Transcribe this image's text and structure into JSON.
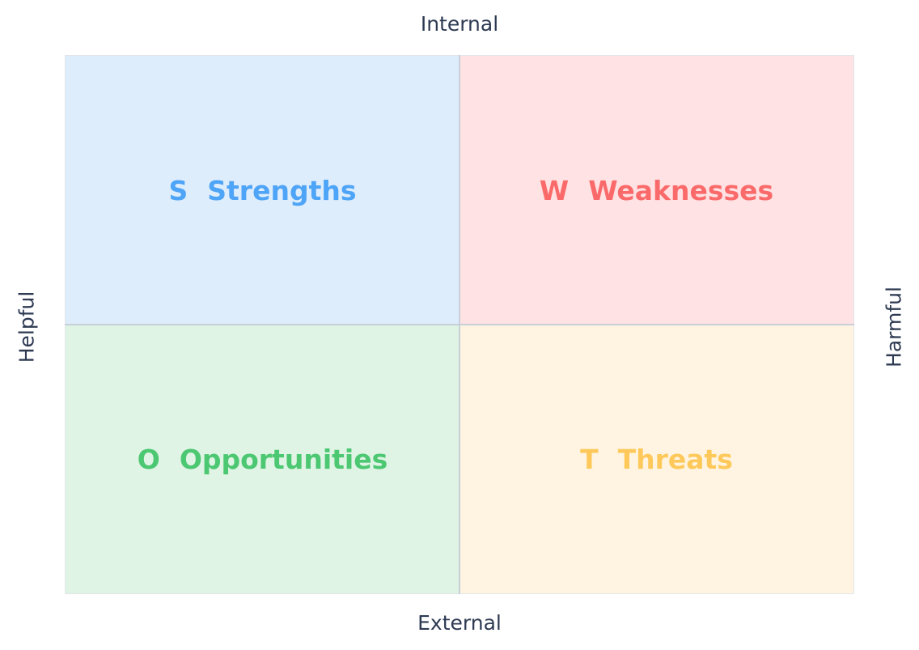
{
  "axes": {
    "top": "Internal",
    "bottom": "External",
    "left": "Helpful",
    "right": "Harmful"
  },
  "quadrants": {
    "strengths": {
      "letter": "S",
      "label": "Strengths",
      "text_color": "#4ea4f7",
      "bg_color": "#deedfc"
    },
    "weaknesses": {
      "letter": "W",
      "label": "Weaknesses",
      "text_color": "#fb6a6a",
      "bg_color": "#ffe2e3"
    },
    "opportunities": {
      "letter": "O",
      "label": "Opportunities",
      "text_color": "#4cc772",
      "bg_color": "#dff4e4"
    },
    "threats": {
      "letter": "T",
      "label": "Threats",
      "text_color": "#fec95a",
      "bg_color": "#fff4e1"
    }
  }
}
